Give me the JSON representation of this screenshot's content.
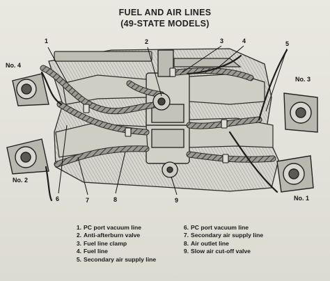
{
  "title_line1": "FUEL AND AIR LINES",
  "title_line2": "(49-STATE MODELS)",
  "cylinders": {
    "no4": "No. 4",
    "no3": "No. 3",
    "no2": "No. 2",
    "no1": "No. 1"
  },
  "callouts": [
    "1",
    "2",
    "3",
    "4",
    "5",
    "6",
    "7",
    "8",
    "9"
  ],
  "legend_left": [
    {
      "num": "1.",
      "text": "PC port vacuum line"
    },
    {
      "num": "2.",
      "text": "Anti-afterburn valve"
    },
    {
      "num": "3.",
      "text": "Fuel line clamp"
    },
    {
      "num": "4.",
      "text": "Fuel line"
    },
    {
      "num": "5.",
      "text": "Secondary air supply line"
    }
  ],
  "legend_right": [
    {
      "num": "6.",
      "text": "PC port vacuum line"
    },
    {
      "num": "7.",
      "text": "Secondary air supply line"
    },
    {
      "num": "8.",
      "text": "Air outlet line"
    },
    {
      "num": "9.",
      "text": "Slow air cut-off valve"
    }
  ]
}
